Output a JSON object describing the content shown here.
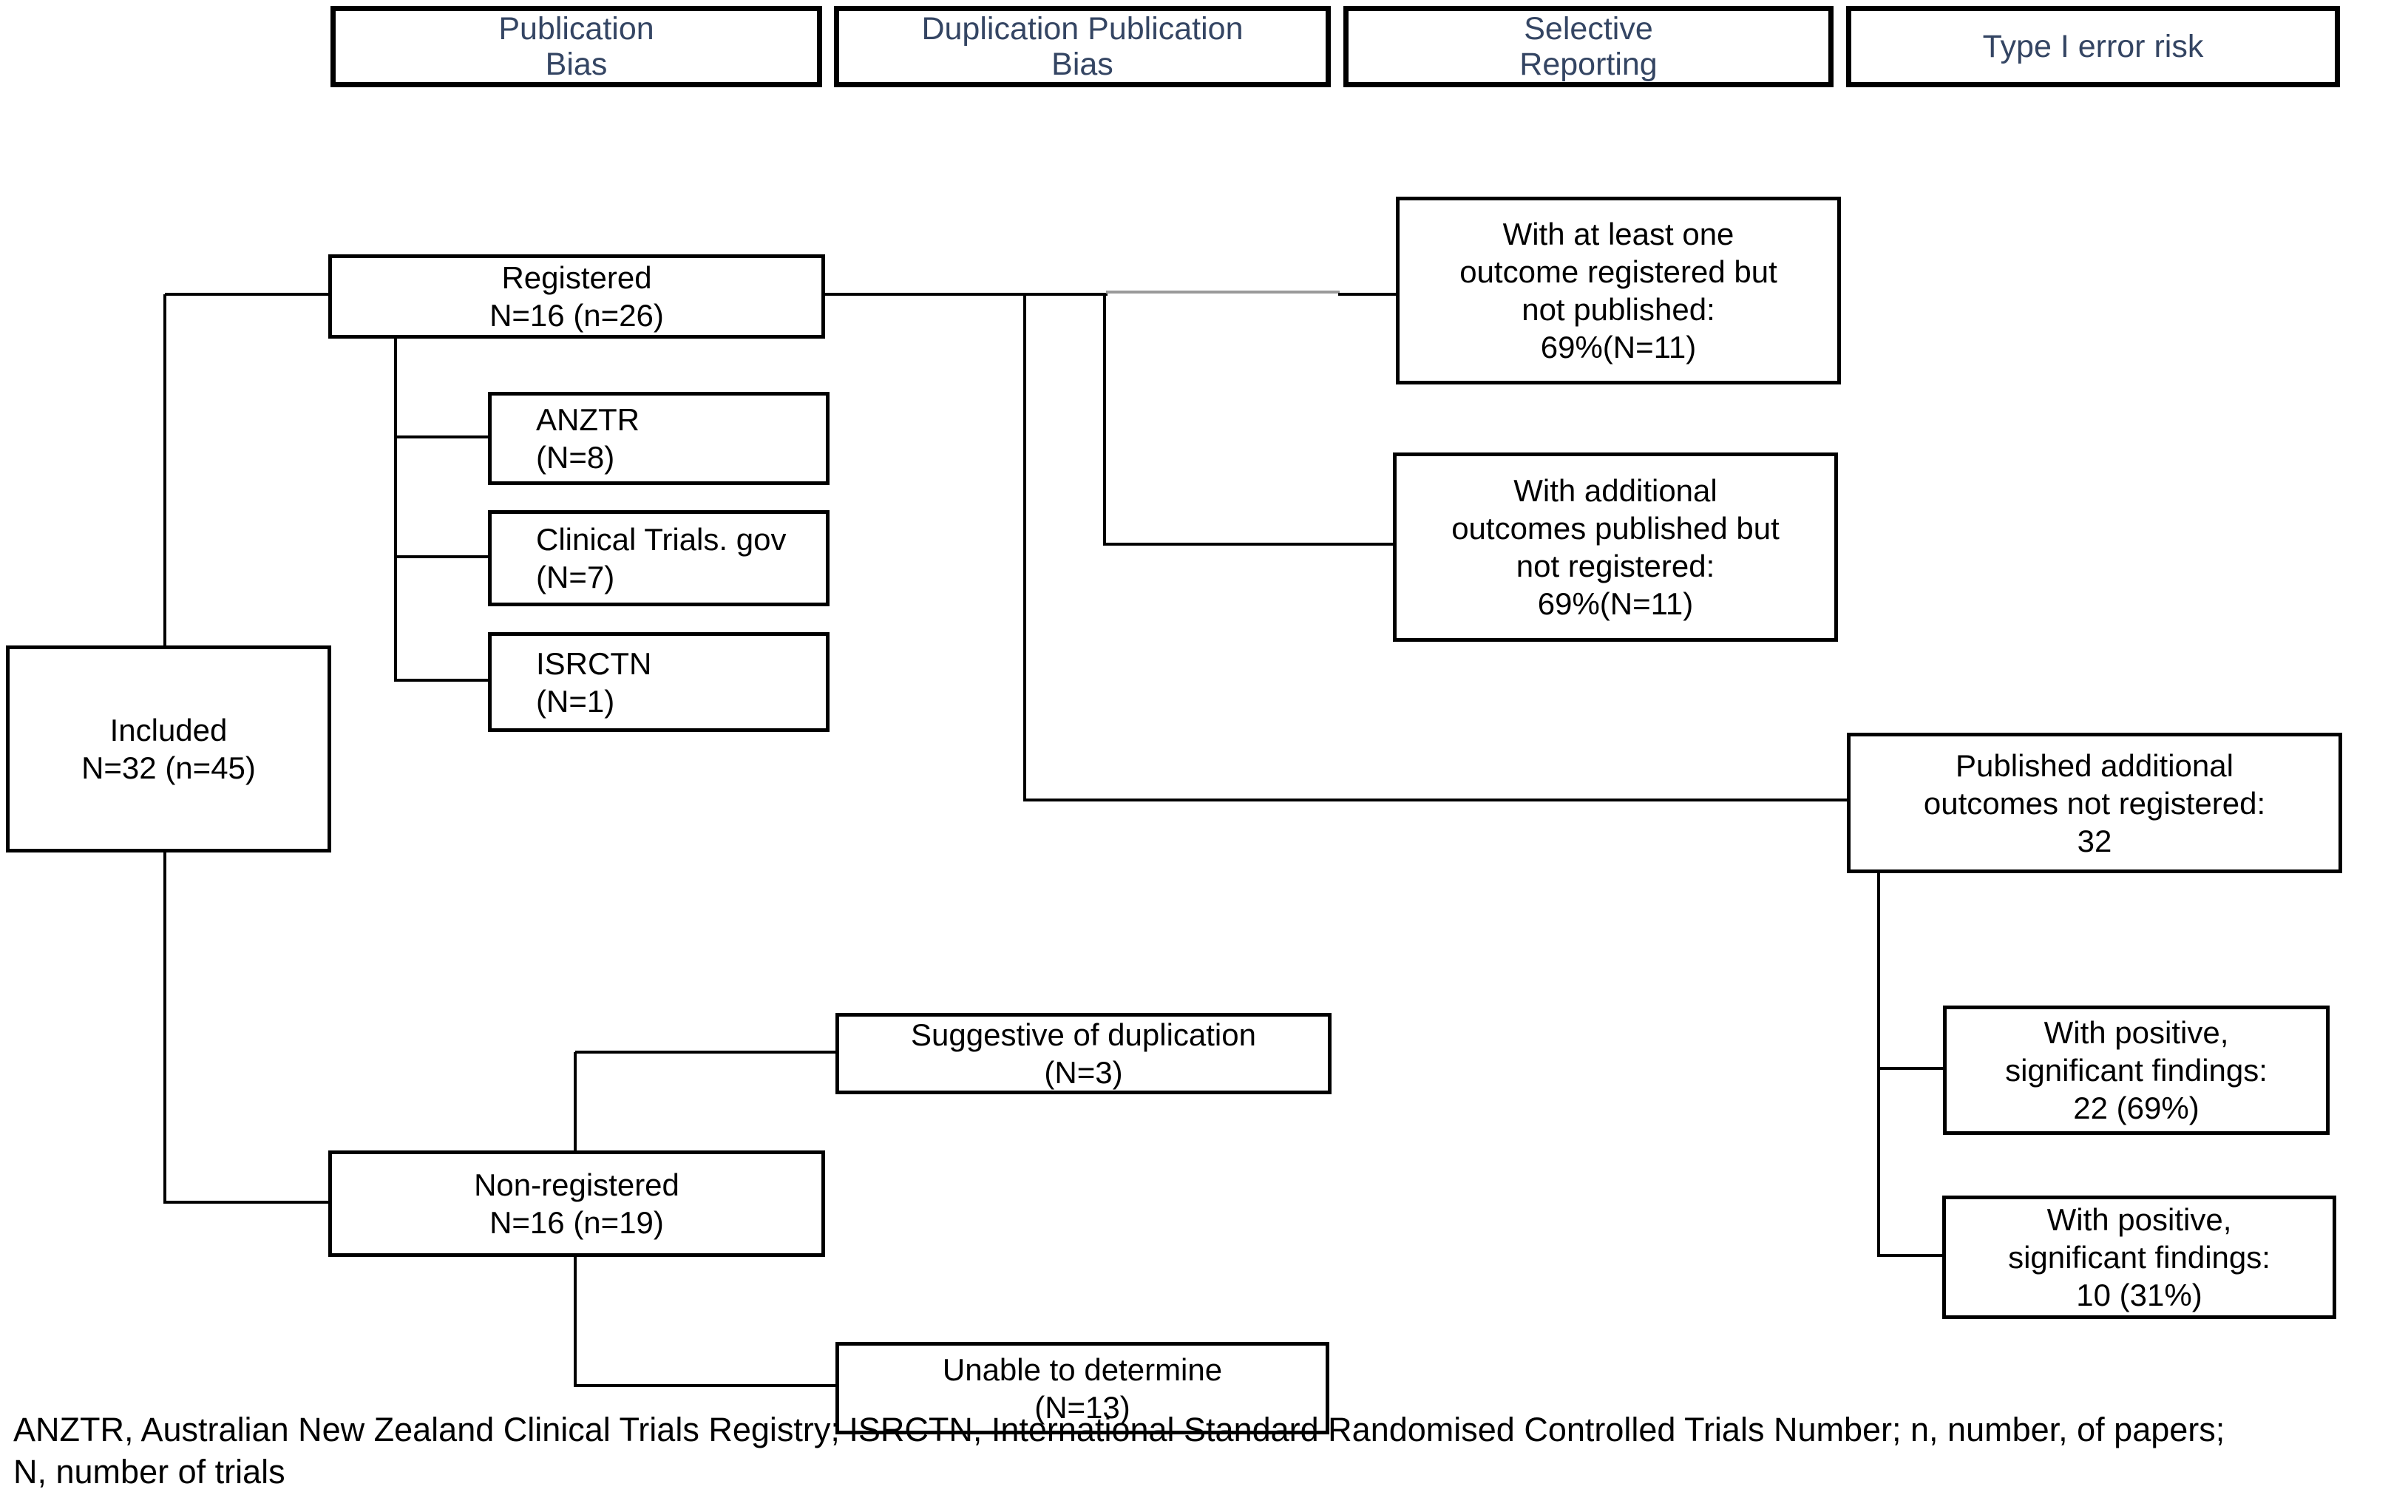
{
  "figure": {
    "type": "flow-diagram",
    "columns": [
      {
        "id": "publication_bias",
        "label": "Publication\nBias"
      },
      {
        "id": "duplication_publication_bias",
        "label": "Duplication Publication\nBias"
      },
      {
        "id": "selective_reporting",
        "label": "Selective\nReporting"
      },
      {
        "id": "type_i_error_risk",
        "label": "Type I error risk"
      }
    ],
    "nodes": {
      "included": {
        "label": "Included\nN=32 (n=45)"
      },
      "registered": {
        "label": "Registered\nN=16 (n=26)"
      },
      "anztr": {
        "label": "ANZTR\n(N=8)"
      },
      "clinicaltrials_gov": {
        "label": "Clinical Trials. gov\n(N=7)"
      },
      "isrctn": {
        "label": "ISRCTN\n(N=1)"
      },
      "outcome_registered_not_published": {
        "label": "With at least one\noutcome registered but\nnot published:\n69%(N=11)"
      },
      "outcomes_published_not_registered": {
        "label": "With additional\noutcomes published but\nnot registered:\n69%(N=11)"
      },
      "published_additional_not_registered": {
        "label": "Published additional\noutcomes not registered:\n32"
      },
      "positive_significant_22": {
        "label": "With positive,\nsignificant findings:\n22 (69%)"
      },
      "positive_significant_10": {
        "label": "With positive,\nsignificant findings:\n10 (31%)"
      },
      "non_registered": {
        "label": "Non-registered\nN=16 (n=19)"
      },
      "suggestive_of_duplication": {
        "label": "Suggestive of duplication\n(N=3)"
      },
      "unable_to_determine": {
        "label": "Unable to determine\n(N=13)"
      }
    },
    "footnote": "ANZTR, Australian New Zealand Clinical Trials Registry; ISRCTN, International Standard Randomised Controlled Trials Number; n, number, of papers;\nN, number of trials",
    "colors": {
      "column_header_text": "#344563",
      "node_border": "#000000",
      "node_text": "#000000",
      "connector": "#000000",
      "connector_faded": "#9a9a9a",
      "background": "#ffffff"
    }
  }
}
